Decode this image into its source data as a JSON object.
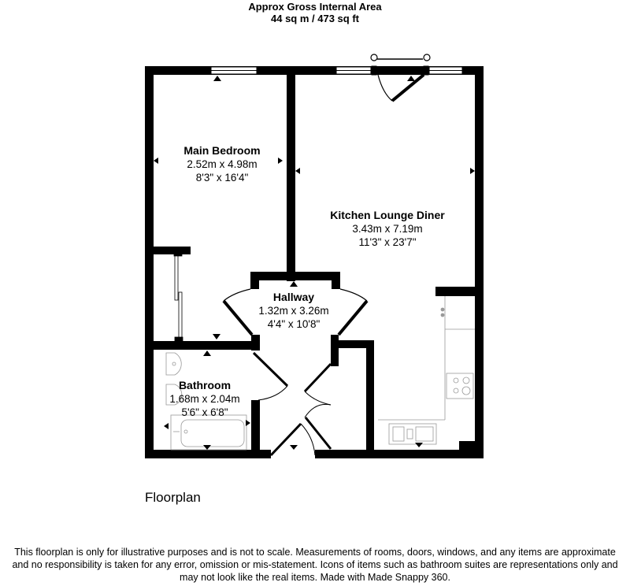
{
  "header": {
    "title": "Approx Gross Internal Area",
    "area": "44 sq m / 473 sq ft"
  },
  "rooms": [
    {
      "name": "Main Bedroom",
      "metric": "2.52m x 4.98m",
      "imperial": "8'3\" x 16'4\""
    },
    {
      "name": "Kitchen Lounge Diner",
      "metric": "3.43m x 7.19m",
      "imperial": "11'3\" x 23'7\""
    },
    {
      "name": "Hallway",
      "metric": "1.32m x 3.26m",
      "imperial": "4'4\" x 10'8\""
    },
    {
      "name": "Bathroom",
      "metric": "1.68m x 2.04m",
      "imperial": "5'6\" x 6'8\""
    }
  ],
  "caption": "Floorplan",
  "disclaimer": [
    "This floorplan is only for illustrative purposes and is not to scale. Measurements of rooms, doors, windows, and any items are approximate",
    "and no responsibility is taken for any error, omission or mis-statement. Icons of items such as bathroom suites are representations only and",
    "may not look like the real items. Made with Made Snappy 360."
  ],
  "colors": {
    "wall": "#000000",
    "background": "#ffffff",
    "fixture_line": "#888888"
  }
}
